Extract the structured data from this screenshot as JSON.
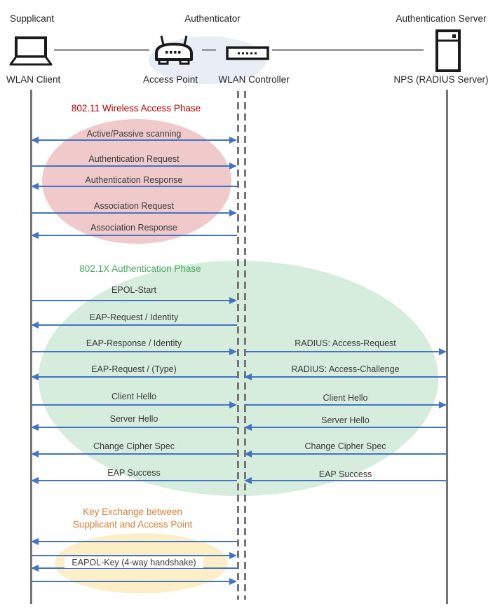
{
  "diagram": {
    "roles": [
      "Supplicant",
      "Authenticator",
      "Authentication Server"
    ],
    "devices": [
      "WLAN Client",
      "Access Point",
      "WLAN Controller",
      "NPS (RADIUS Server)"
    ],
    "phases": [
      {
        "title": "802.11 Wireless Access Phase",
        "color": "#C00000",
        "ellipse_color": "#F0C9CA"
      },
      {
        "title": "802.1X Authentication Phase",
        "color": "#4BAD5E",
        "ellipse_color": "#D6EDDD"
      },
      {
        "title_line1": "Key Exchange between",
        "title_line2": "Supplicant and Access Point",
        "color": "#E2823C",
        "ellipse_color": "#FCEEC6"
      }
    ],
    "messages": {
      "left": [
        {
          "label": "Active/Passive scanning",
          "direction": "both"
        },
        {
          "label": "Authentication Request",
          "direction": "right"
        },
        {
          "label": "Authentication Response",
          "direction": "left"
        },
        {
          "label": "Association Request",
          "direction": "right"
        },
        {
          "label": "Association Response",
          "direction": "left"
        },
        {
          "label": "EPOL-Start",
          "direction": "right"
        },
        {
          "label": "EAP-Request / Identity",
          "direction": "left"
        },
        {
          "label": "EAP-Response / Identity",
          "direction": "right"
        },
        {
          "label": "EAP-Request / (Type)",
          "direction": "left"
        },
        {
          "label": "Client Hello",
          "direction": "right"
        },
        {
          "label": "Server Hello",
          "direction": "left"
        },
        {
          "label": "Change Cipher Spec",
          "direction": "left"
        },
        {
          "label": "EAP Success",
          "direction": "left"
        },
        {
          "label": "",
          "direction": "left"
        },
        {
          "label": "",
          "direction": "right"
        },
        {
          "label": "EAPOL-Key (4-way handshake)",
          "direction": "left"
        },
        {
          "label": "",
          "direction": "right"
        }
      ],
      "right": [
        {
          "label": "RADIUS: Access-Request",
          "direction": "right"
        },
        {
          "label": "RADIUS: Access-Challenge",
          "direction": "left"
        },
        {
          "label": "Client Hello",
          "direction": "right"
        },
        {
          "label": "Server Hello",
          "direction": "left"
        },
        {
          "label": "Change Cipher Spec",
          "direction": "left"
        },
        {
          "label": "EAP Success",
          "direction": "left"
        }
      ]
    },
    "colors": {
      "arrow": "#4472C4",
      "lifeline": "#757575",
      "authenticator_ellipse": "#E9EDF6",
      "message_text": "#3A3A3A"
    }
  }
}
